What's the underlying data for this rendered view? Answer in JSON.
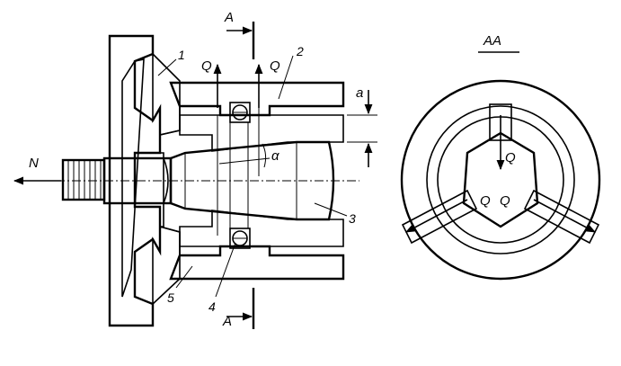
{
  "labels": {
    "section_mark_top": "A",
    "section_mark_bottom": "A",
    "section_title": "AA",
    "force_q_left": "Q",
    "force_q_right": "Q",
    "force_n": "N",
    "gap_a": "a",
    "angle_alpha": "α",
    "part_1": "1",
    "part_2": "2",
    "part_3": "3",
    "part_4": "4",
    "part_5": "5",
    "section_q_top": "Q",
    "section_q_left": "Q",
    "section_q_right": "Q"
  },
  "colors": {
    "ink": "#000000",
    "paper": "#ffffff"
  }
}
